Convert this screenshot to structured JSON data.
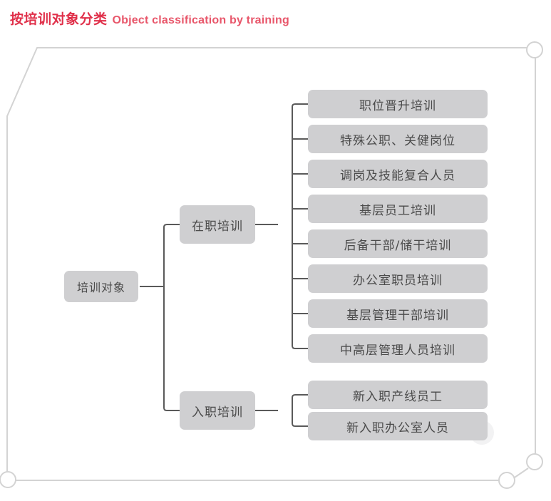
{
  "title": {
    "cn": "按培训对象分类",
    "en": "Object classification by training",
    "color_cn": "#e0304a",
    "color_en": "#e8566a"
  },
  "colors": {
    "node_fill": "#cfcfd1",
    "node_text": "#4b4b4b",
    "connector": "#5a5a5a",
    "frame": "#d3d3d3"
  },
  "diagram": {
    "type": "tree",
    "root": {
      "label": "培训对象"
    },
    "branches": [
      {
        "label": "在职培训",
        "children": [
          {
            "label": "职位晋升培训"
          },
          {
            "label": "特殊公职、关健岗位"
          },
          {
            "label": "调岗及技能复合人员"
          },
          {
            "label": "基层员工培训"
          },
          {
            "label": "后备干部/储干培训"
          },
          {
            "label": "办公室职员培训"
          },
          {
            "label": "基层管理干部培训"
          },
          {
            "label": "中高层管理人员培训"
          }
        ]
      },
      {
        "label": "入职培训",
        "children": [
          {
            "label": "新入职产线员工"
          },
          {
            "label": "新入职办公室人员"
          }
        ]
      }
    ]
  },
  "frame": {
    "corner_markers": [
      {
        "name": "top-right-circle"
      },
      {
        "name": "bottom-left-circle"
      },
      {
        "name": "bottom-right-circle-inner"
      },
      {
        "name": "bottom-right-circle-outer"
      }
    ]
  }
}
